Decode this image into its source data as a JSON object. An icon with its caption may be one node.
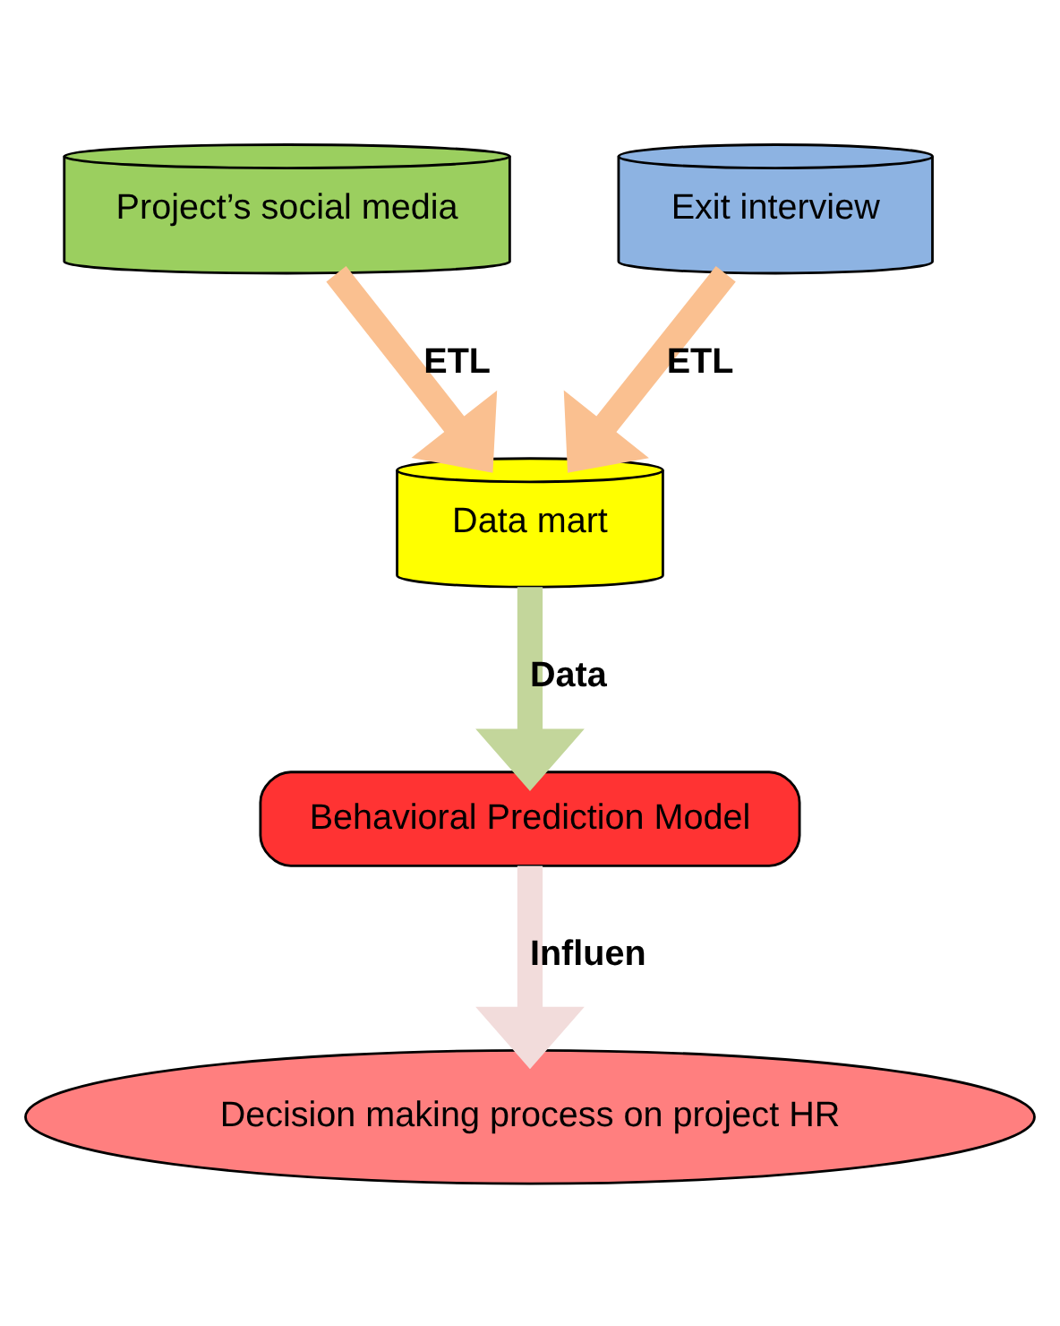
{
  "diagram": {
    "nodes": [
      {
        "text": [
          "Project’s social media"
        ]
      },
      {
        "text": [
          "Exit interview"
        ]
      },
      {
        "text": [
          "Data mart"
        ]
      },
      {
        "text": [
          "Behavioral Prediction Model"
        ]
      },
      {
        "text": [
          "Decision making process on project HR"
        ]
      }
    ],
    "edges": [
      {
        "from": 0,
        "to": 2,
        "arrow": "to",
        "label": "ETL",
        "color": "#fac090"
      },
      {
        "from": 1,
        "to": 2,
        "arrow": "to",
        "label": "ETL",
        "color": "#fac090"
      },
      {
        "from": 2,
        "to": 3,
        "arrow": "to",
        "label": "Data",
        "color": "#c3d69b"
      },
      {
        "from": 3,
        "to": 4,
        "arrow": "to",
        "label": "Influen",
        "color": "#f2dcdb"
      }
    ]
  }
}
